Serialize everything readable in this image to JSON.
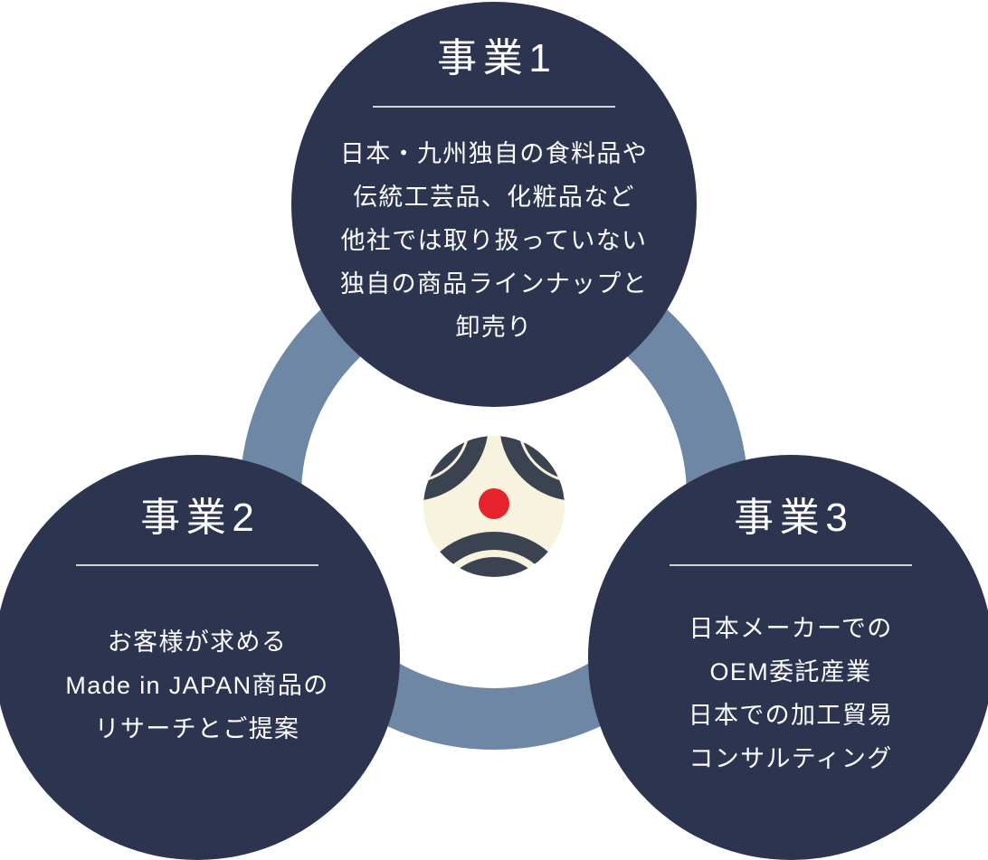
{
  "colors": {
    "circle_navy": "#2d3450",
    "ring_blue": "#6d87a4",
    "text_white": "#ffffff",
    "divider_white": "#ffffff",
    "logo_cream": "#f8f3de",
    "logo_dark": "#3a434f",
    "logo_red": "#e6232a"
  },
  "circles": [
    {
      "title": "事業1",
      "lines": [
        "日本・九州独自の食料品や",
        "伝統工芸品、化粧品など",
        "他社では取り扱っていない",
        "独自の商品ラインナップと",
        "卸売り"
      ]
    },
    {
      "title": "事業2",
      "lines": [
        "お客様が求める",
        "Made in JAPAN商品の",
        "リサーチとご提案"
      ]
    },
    {
      "title": "事業3",
      "lines": [
        "日本メーカーでの",
        "OEM委託産業",
        "日本での加工貿易",
        "コンサルティング"
      ]
    }
  ],
  "logo": {
    "icon": "rotary-arcs-red-dot-mark"
  }
}
